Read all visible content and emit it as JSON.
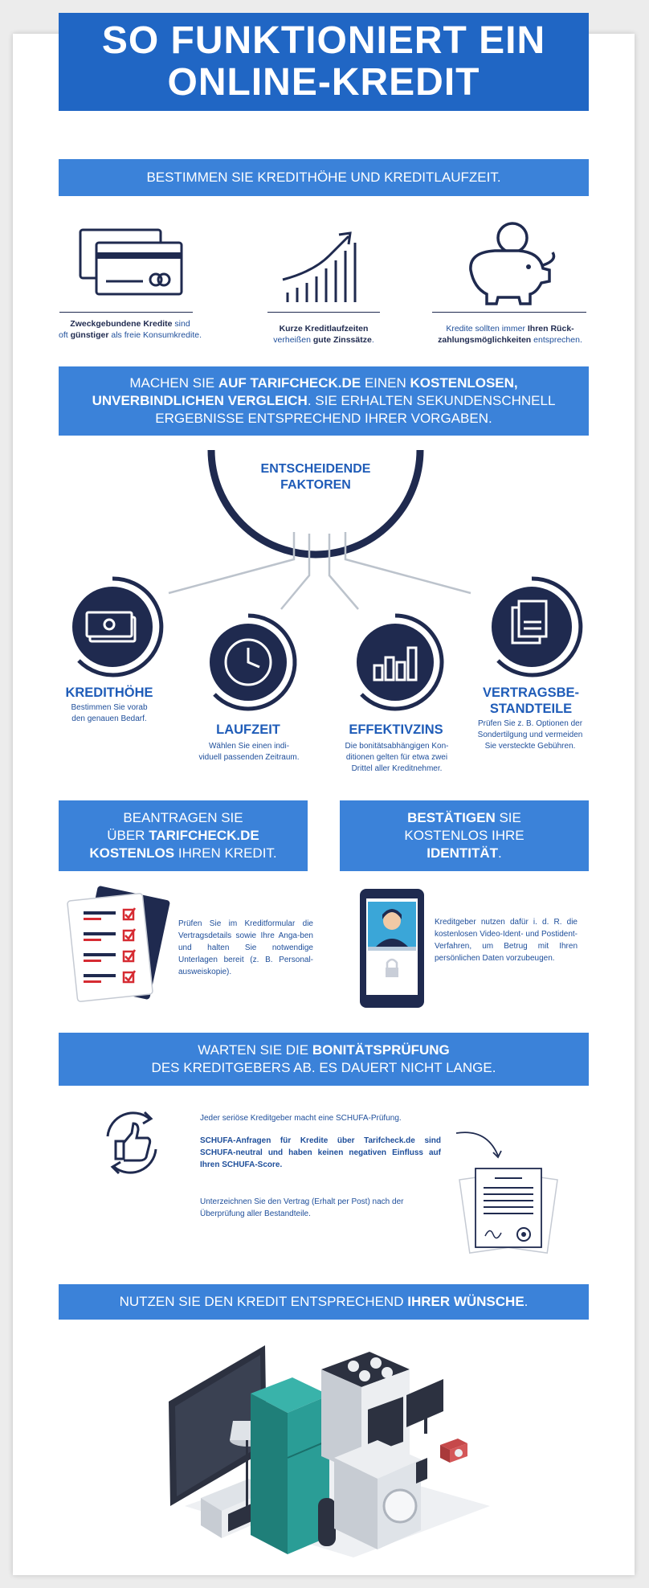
{
  "header": {
    "line1": "SO FUNKTIONIERT EIN",
    "line2": "ONLINE-KREDIT"
  },
  "step1": {
    "banner": "BESTIMMEN SIE KREDITHÖHE UND KREDITLAUFZEIT.",
    "items": [
      {
        "bold1": "Zweckgebundene Kredite",
        "t1": " sind",
        "t2": "oft ",
        "bold2": "günstiger",
        "t3": " als freie Konsumkredite."
      },
      {
        "bold1": "Kurze Kreditlaufzeiten",
        "t2": "verheißen ",
        "bold2": "gute Zinssätze",
        "t3": "."
      },
      {
        "t1": "Kredite sollten immer ",
        "bold1": "Ihren Rück-",
        "bold2": "zahlungsmöglichkeiten",
        "t3": " entsprechen."
      }
    ]
  },
  "step2": {
    "t1": "MACHEN SIE ",
    "b1": "AUF TARIFCHECK.DE",
    "t2": " EINEN ",
    "b2": "KOSTENLOSEN,",
    "b3": "UNVERBINDLICHEN VERGLEICH",
    "t3": ". SIE ERHALTEN SEKUNDENSCHNELL",
    "t4": "ERGEBNISSE ENTSPRECHEND IHRER VORGABEN."
  },
  "factors": {
    "hub_line1": "ENTSCHEIDENDE",
    "hub_line2": "FAKTOREN",
    "kredithoehe": {
      "title": "KREDITHÖHE",
      "d1": "Bestimmen Sie vorab",
      "d2": "den genauen Bedarf."
    },
    "laufzeit": {
      "title": "LAUFZEIT",
      "d1": "Wählen Sie einen indi-",
      "d2": "viduell passenden Zeitraum."
    },
    "effektivzins": {
      "title": "EFFEKTIVZINS",
      "d1": "Die bonitätsabhängigen Kon-",
      "d2": "ditionen gelten für etwa zwei",
      "d3": "Drittel aller Kreditnehmer."
    },
    "vertrag": {
      "title1": "VERTRAGSBE-",
      "title2": "STANDTEILE",
      "d1": "Prüfen Sie z. B. Optionen der",
      "d2": "Sondertilgung und vermeiden",
      "d3": "Sie versteckte Gebühren."
    }
  },
  "step3": {
    "l1": "BEANTRAGEN SIE",
    "l2a": "ÜBER ",
    "l2b": "TARIFCHECK.DE",
    "l3a": "KOSTENLOS",
    "l3b": " IHREN KREDIT.",
    "text": "Prüfen Sie im Kreditformular die Vertragsdetails sowie Ihre Anga-ben und halten Sie notwendige Unterlagen bereit (z. B. Personal-ausweiskopie)."
  },
  "step4": {
    "l1a": "BESTÄTIGEN",
    "l1b": " SIE",
    "l2": "KOSTENLOS IHRE",
    "l3a": "IDENTITÄT",
    "l3b": ".",
    "text": "Kreditgeber nutzen dafür i. d. R. die kostenlosen Video-Ident- und Postident-Verfahren, um Betrug mit Ihren persönlichen Daten vorzubeugen."
  },
  "step5": {
    "l1a": "WARTEN SIE DIE ",
    "l1b": "BONITÄTSPRÜFUNG",
    "l2": "DES KREDITGEBERS AB. ES DAUERT NICHT LANGE.",
    "p1": "Jeder seriöse Kreditgeber macht eine SCHUFA-Prüfung.",
    "p2": "SCHUFA-Anfragen für Kredite über Tarifcheck.de sind SCHUFA-neutral und haben keinen negativen Einfluss auf Ihren SCHUFA-Score.",
    "p3": "Unterzeichnen Sie den Vertrag (Erhalt per Post) nach der Überprüfung aller Bestandteile."
  },
  "step6": {
    "t1": "NUTZEN SIE DEN KREDIT ENTSPRECHEND ",
    "b1": "IHRER WÜNSCHE",
    "t2": "."
  },
  "colors": {
    "title_bg": "#2066c4",
    "banner_bg": "#3b82d9",
    "navy": "#1f2a4f",
    "teal": "#2a9d96"
  }
}
